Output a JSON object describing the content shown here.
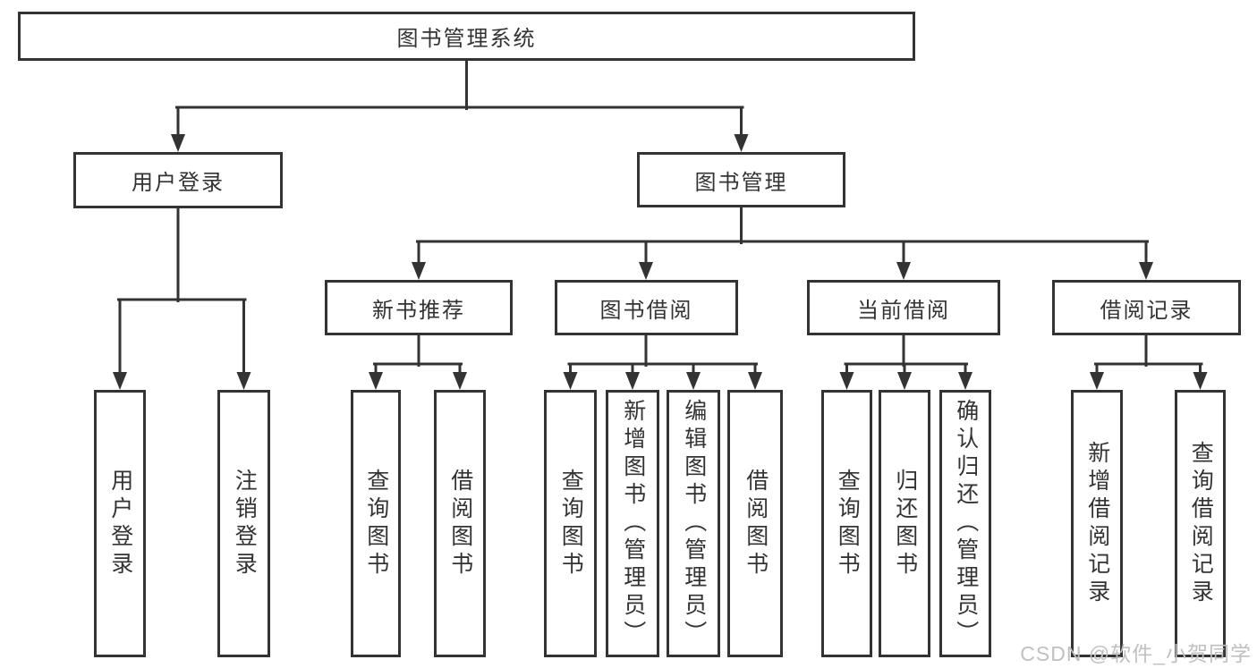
{
  "diagram": {
    "root": {
      "label": "图书管理系统"
    },
    "branches": [
      {
        "label": "用户登录",
        "children": [
          {
            "label": "用户登录"
          },
          {
            "label": "注销登录"
          }
        ]
      },
      {
        "label": "图书管理",
        "children": [
          {
            "label": "新书推荐",
            "children": [
              {
                "label": "查询图书"
              },
              {
                "label": "借阅图书"
              }
            ]
          },
          {
            "label": "图书借阅",
            "children": [
              {
                "label": "查询图书"
              },
              {
                "label": "新增图书（管理员）"
              },
              {
                "label": "编辑图书（管理员）"
              },
              {
                "label": "借阅图书"
              }
            ]
          },
          {
            "label": "当前借阅",
            "children": [
              {
                "label": "查询图书"
              },
              {
                "label": "归还图书"
              },
              {
                "label": "确认归还（管理员）"
              }
            ]
          },
          {
            "label": "借阅记录",
            "children": [
              {
                "label": "新增借阅记录"
              },
              {
                "label": "查询借阅记录"
              }
            ]
          }
        ]
      }
    ]
  },
  "watermark": {
    "text": "CSDN @软件_小贺同学"
  },
  "colors": {
    "line": "#333333",
    "box_border": "#333333",
    "text": "#333333",
    "watermark": "#c0c0c0",
    "background": "#ffffff"
  }
}
